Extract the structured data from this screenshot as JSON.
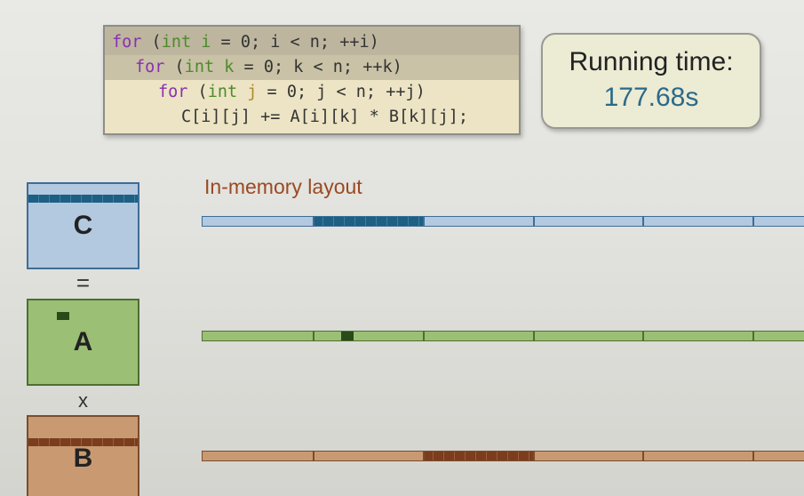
{
  "code": {
    "line1": {
      "kw": "for",
      "open": " (",
      "type": "int",
      "var": "i",
      "rest": " = 0; i < n; ++i)"
    },
    "line2": {
      "kw": "for",
      "open": " (",
      "type": "int",
      "var": "k",
      "rest": " = 0; k < n; ++k)"
    },
    "line3": {
      "kw": "for",
      "open": " (",
      "type": "int",
      "var": "j",
      "rest": " = 0; j < n; ++j)"
    },
    "line4": "C[i][j] += A[i][k] * B[k][j];"
  },
  "running_time": {
    "label": "Running time:",
    "value": "177.68s"
  },
  "matrices": {
    "c": "C",
    "a": "A",
    "b": "B",
    "equals": "=",
    "times": "x"
  },
  "layout_label": "In-memory layout",
  "colors": {
    "c": "#b3c9e0",
    "a": "#9bbf74",
    "b": "#c99a72",
    "accent": "#9a4a22"
  }
}
